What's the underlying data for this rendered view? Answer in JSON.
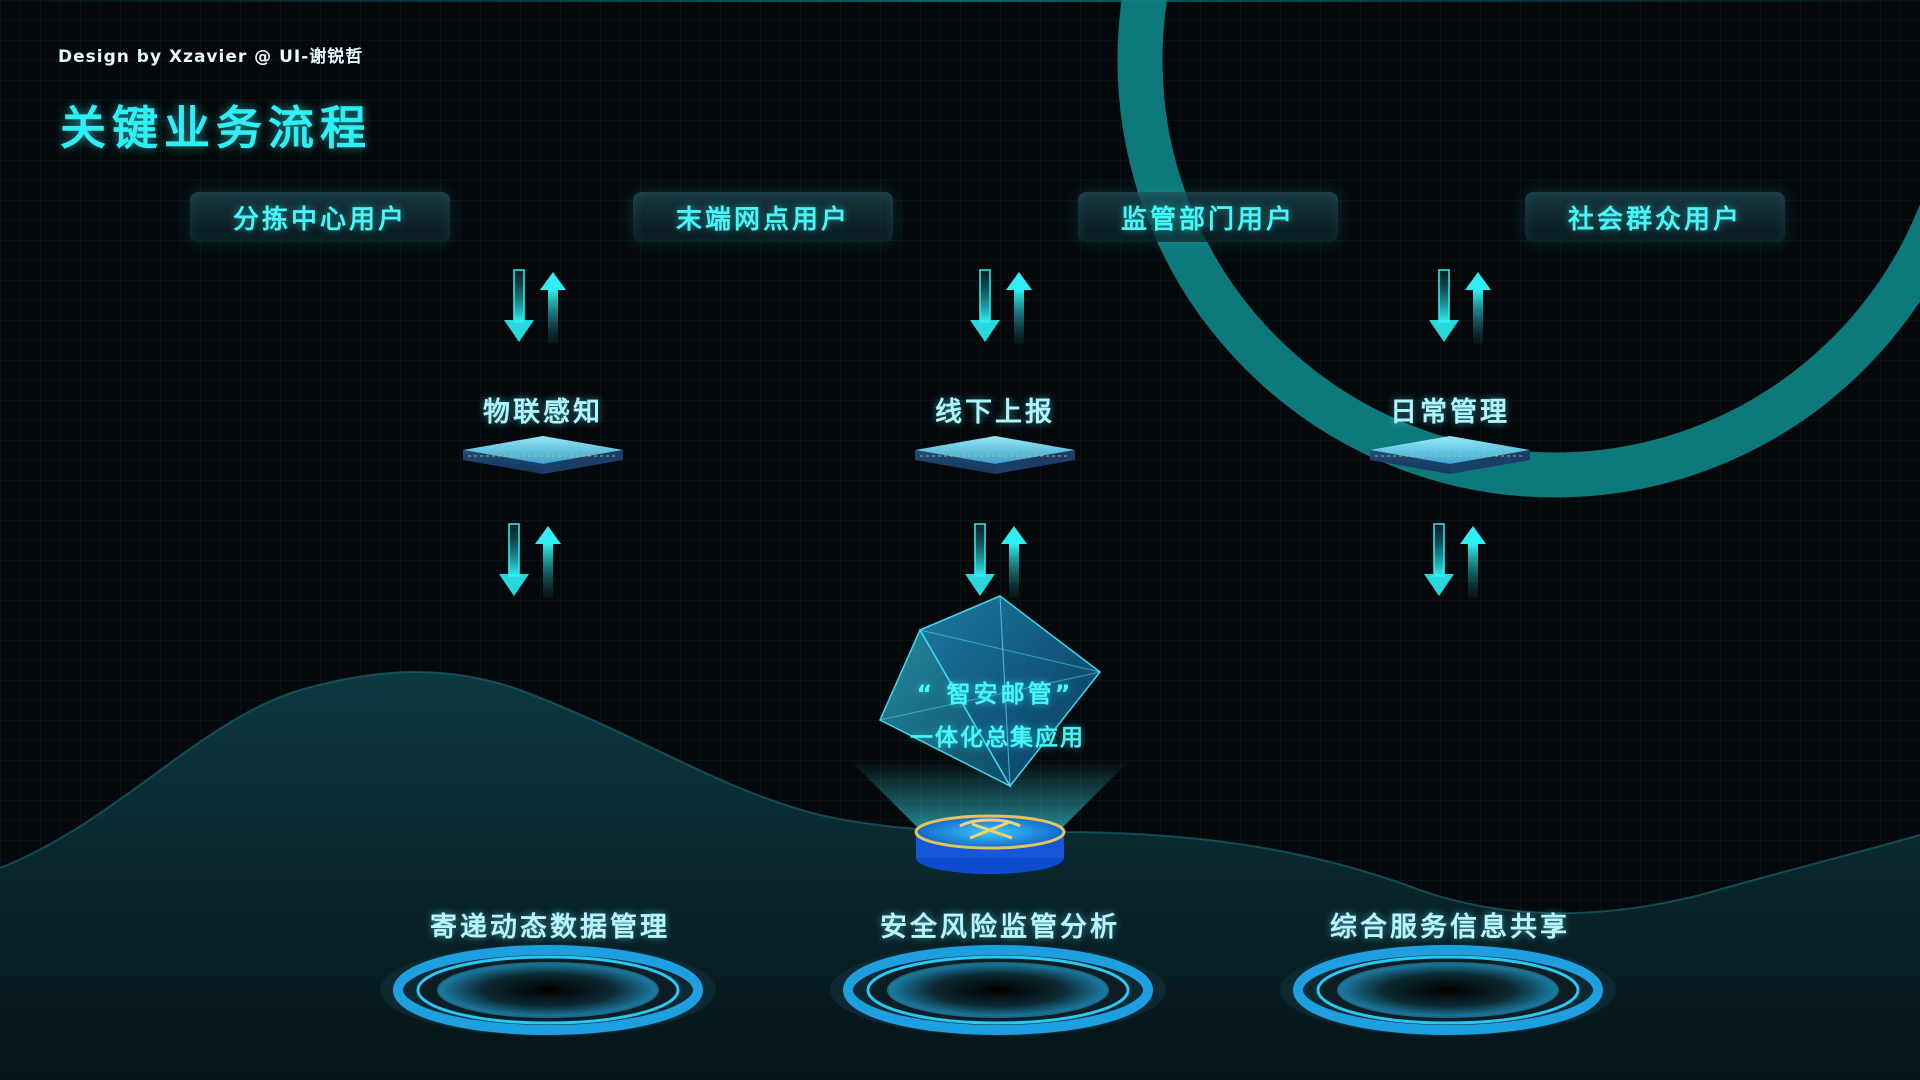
{
  "credit": "Design by Xzavier @ UI-谢锐哲",
  "title": "关键业务流程",
  "users": [
    {
      "label": "分拣中心用户"
    },
    {
      "label": "末端网点用户"
    },
    {
      "label": "监管部门用户"
    },
    {
      "label": "社会群众用户"
    }
  ],
  "middle_nodes": [
    {
      "label": "物联感知"
    },
    {
      "label": "线下上报"
    },
    {
      "label": "日常管理"
    }
  ],
  "center": {
    "line1": "“ 智安邮管”",
    "line2": "一体化总集应用"
  },
  "bottom_nodes": [
    {
      "label": "寄递动态数据管理"
    },
    {
      "label": "安全风险监管分析"
    },
    {
      "label": "综合服务信息共享"
    }
  ],
  "colors": {
    "accent": "#2ef0f4",
    "ring": "#0f7f82",
    "background": "#04080b"
  },
  "icons": [
    "updown-arrow-icon",
    "layer-slab-icon",
    "cube-icon",
    "logo-disc-icon",
    "platform-ring-icon"
  ]
}
